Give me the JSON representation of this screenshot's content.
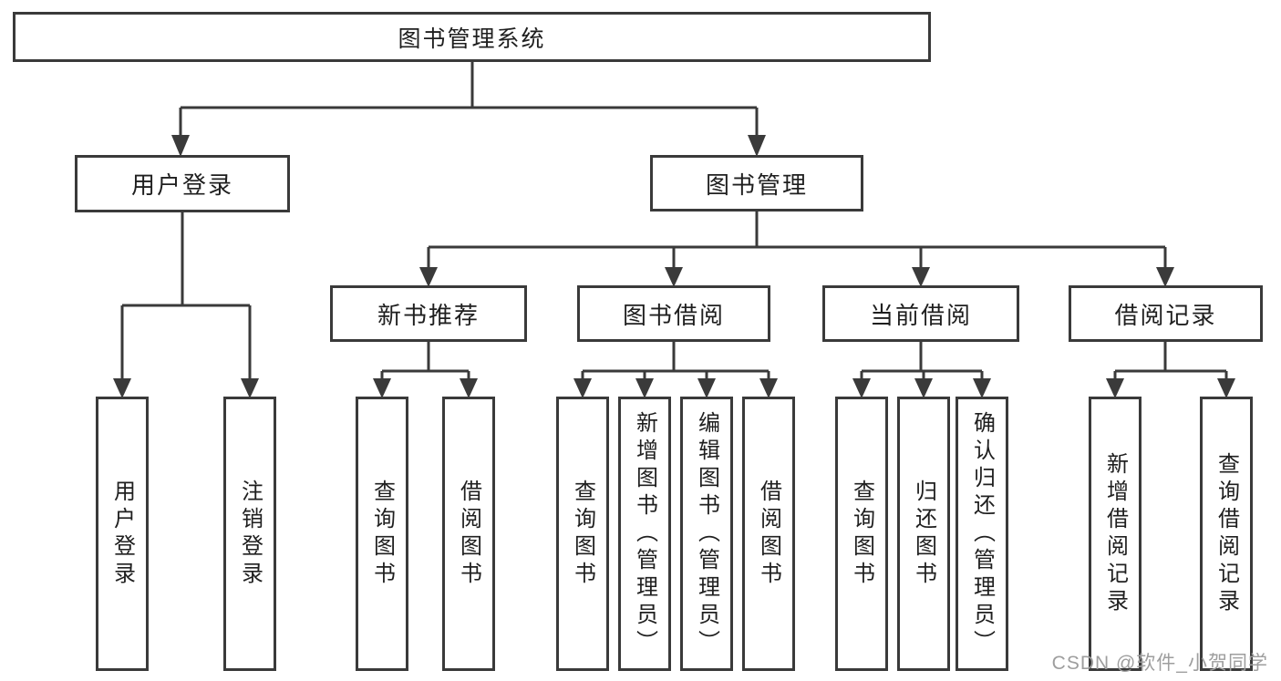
{
  "diagram": {
    "root": "图书管理系统",
    "login_branch": {
      "label": "用户登录",
      "children": [
        "用户登录",
        "注销登录"
      ]
    },
    "mgmt_branch": {
      "label": "图书管理",
      "groups": [
        {
          "label": "新书推荐",
          "children": [
            "查询图书",
            "借阅图书"
          ]
        },
        {
          "label": "图书借阅",
          "children": [
            "查询图书",
            "新增图书（管理员）",
            "编辑图书（管理员）",
            "借阅图书"
          ]
        },
        {
          "label": "当前借阅",
          "children": [
            "查询图书",
            "归还图书",
            "确认归还（管理员）"
          ]
        },
        {
          "label": "借阅记录",
          "children": [
            "新增借阅记录",
            "查询借阅记录"
          ]
        }
      ]
    },
    "watermark": "CSDN @软件_小贺同学"
  },
  "colors": {
    "line": "#3a3a3a",
    "text": "#1f1f1f",
    "watermark": "#9e9e9e",
    "background": "#ffffff"
  }
}
